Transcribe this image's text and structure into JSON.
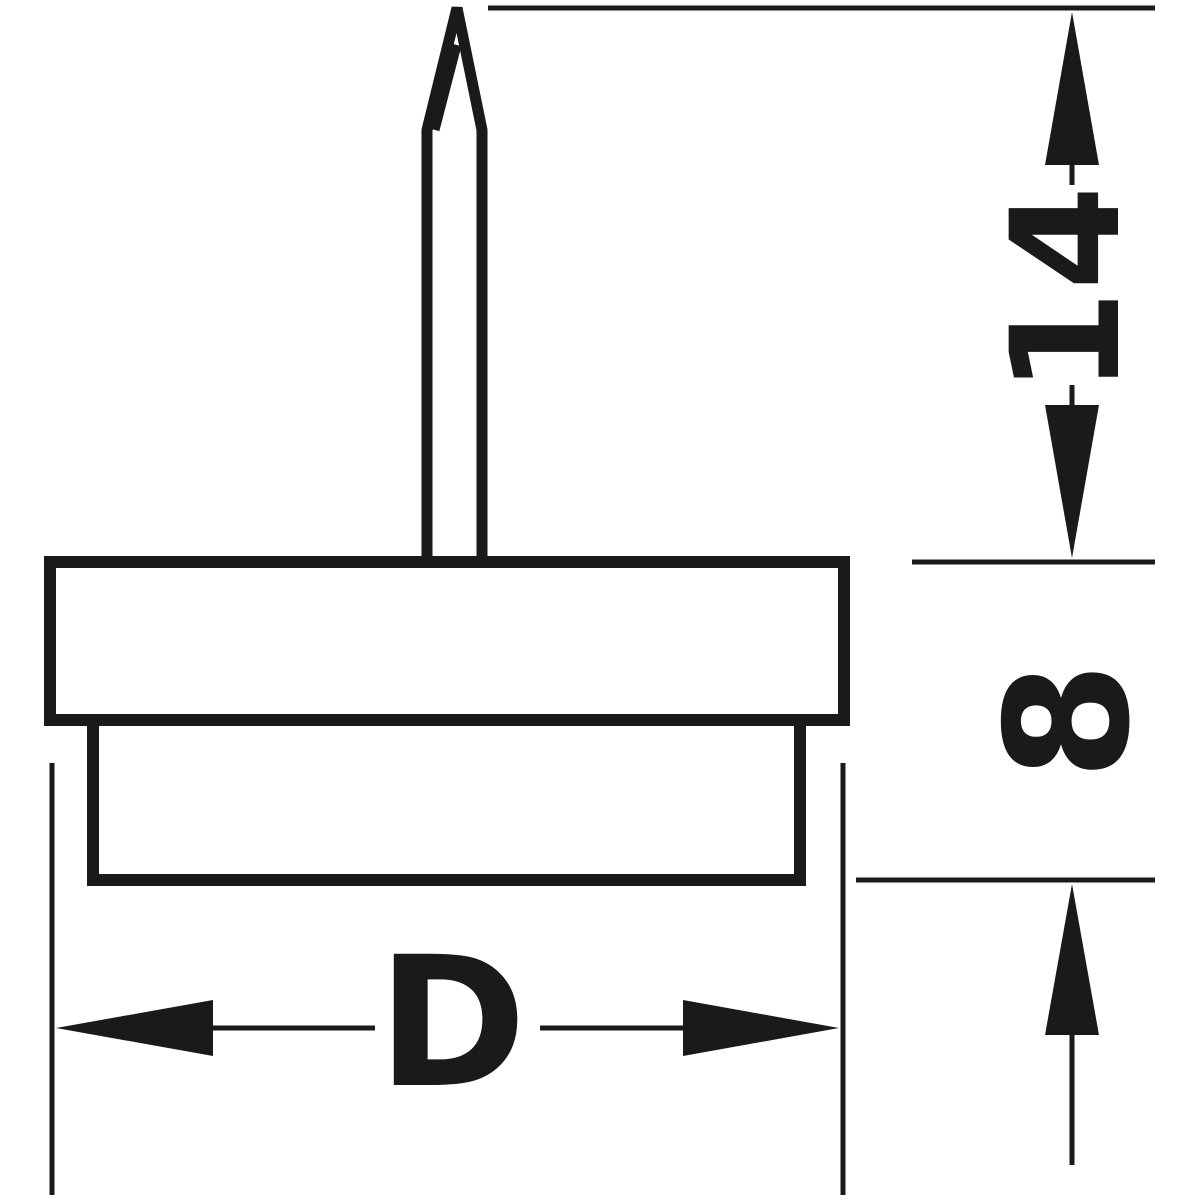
{
  "drawing": {
    "line_color": "#1a1a1a",
    "background": "#ffffff"
  },
  "dimensions": {
    "pin_height": "14",
    "base_height": "8",
    "diameter": "D"
  }
}
